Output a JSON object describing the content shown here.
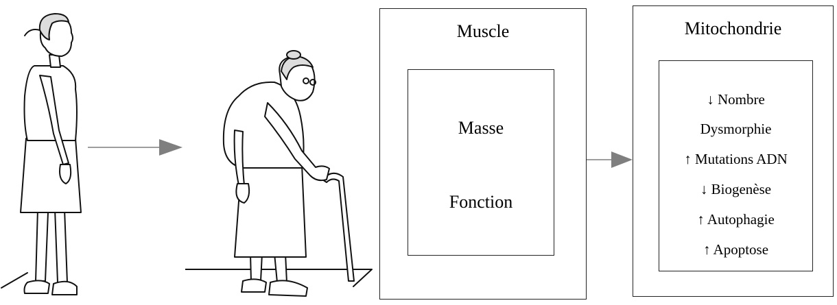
{
  "muscle": {
    "title": "Muscle",
    "properties": [
      "Masse",
      "Fonction"
    ]
  },
  "mitochondria": {
    "title": "Mitochondrie",
    "changes": [
      "↓ Nombre",
      "Dysmorphie",
      "↑ Mutations ADN",
      "↓ Biogenèse",
      "↑ Autophagie",
      "↑ Apoptose"
    ]
  },
  "illustrations": [
    "young-woman-standing",
    "elderly-woman-with-cane"
  ],
  "colors": {
    "arrow": "#7f7f7f",
    "line": "#222222"
  }
}
